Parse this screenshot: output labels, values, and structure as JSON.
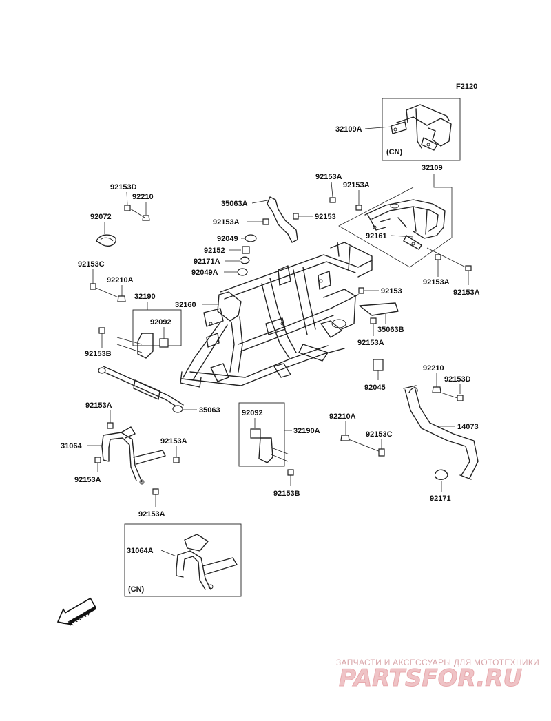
{
  "diagram": {
    "code": "F2120",
    "variant_label": "(CN)",
    "front_label": "FRONT",
    "parts": {
      "p32109A": "32109A",
      "p32109": "32109",
      "p92153A_a": "92153A",
      "p92153A_b": "92153A",
      "p92161": "92161",
      "p92153A_c": "92153A",
      "p92153A_d": "92153A",
      "p92153D_a": "92153D",
      "p92210_a": "92210",
      "p92072": "92072",
      "p35063A": "35063A",
      "p92153A_e": "92153A",
      "p92153_a": "92153",
      "p92049": "92049",
      "p92152": "92152",
      "p92171A": "92171A",
      "p92049A": "92049A",
      "p92153C_a": "92153C",
      "p92210A_a": "92210A",
      "p32190": "32190",
      "p92092_a": "92092",
      "p32160": "32160",
      "p92153_b": "92153",
      "p35063B": "35063B",
      "p92153A_f": "92153A",
      "p92153B_a": "92153B",
      "p92045": "92045",
      "p92210_b": "92210",
      "p92153D_b": "92153D",
      "p35063": "35063",
      "p92153A_g": "92153A",
      "p92092_b": "92092",
      "p32190A": "32190A",
      "p92210A_b": "92210A",
      "p92153C_b": "92153C",
      "p14073": "14073",
      "p31064": "31064",
      "p92153A_h": "92153A",
      "p92153A_i": "92153A",
      "p92153B_b": "92153B",
      "p92171": "92171",
      "p92153A_j": "92153A",
      "p31064A": "31064A"
    }
  },
  "watermark": {
    "tagline": "ЗАПЧАСТИ И АКСЕССУАРЫ ДЛЯ МОТОТЕХНИКИ",
    "brand": "PARTSFOR.RU"
  }
}
